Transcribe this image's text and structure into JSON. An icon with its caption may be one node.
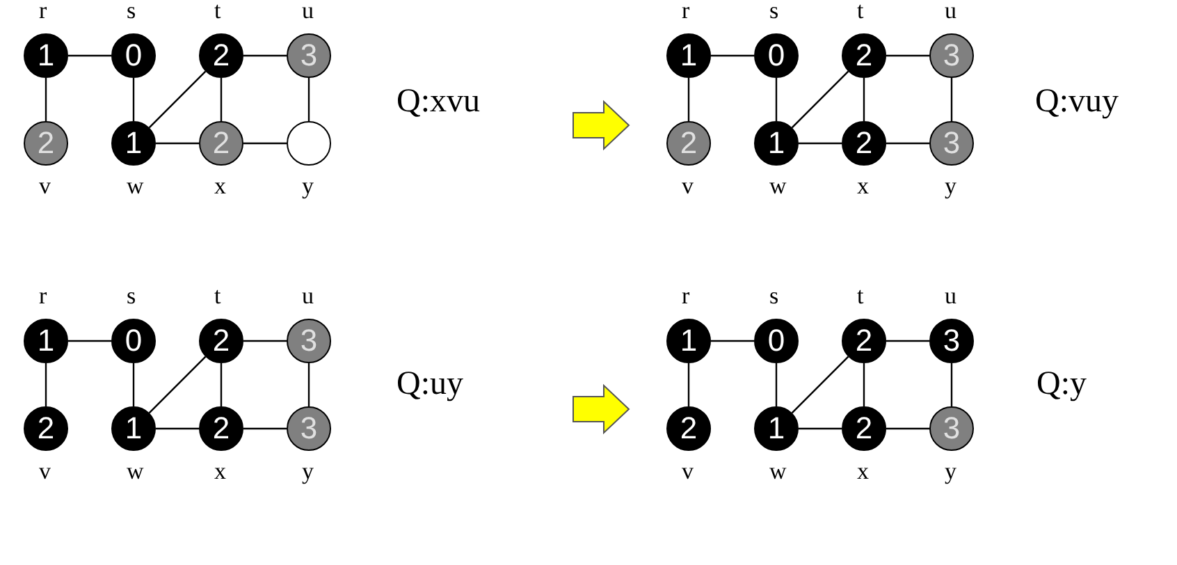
{
  "diagram": {
    "nodes": [
      {
        "text": [
          "1"
        ],
        "beside": [
          "r"
        ]
      },
      {
        "text": [
          "0"
        ],
        "beside": [
          "s"
        ]
      },
      {
        "text": [
          "2"
        ],
        "beside": [
          "t"
        ]
      },
      {
        "text": [
          "3"
        ],
        "beside": [
          "u"
        ]
      },
      {
        "text": [
          "2"
        ],
        "beside": [
          "v"
        ]
      },
      {
        "text": [
          "1"
        ],
        "beside": [
          "w"
        ]
      },
      {
        "text": [
          "2"
        ],
        "beside": [
          "x"
        ]
      },
      {
        "text": [],
        "shape": "circle",
        "beside": [
          "y"
        ]
      },
      {
        "text": [
          "1"
        ],
        "beside": [
          "r"
        ]
      },
      {
        "text": [
          "0"
        ],
        "beside": [
          "s"
        ]
      },
      {
        "text": [
          "2"
        ],
        "beside": [
          "t"
        ]
      },
      {
        "text": [
          "3"
        ],
        "beside": [
          "u"
        ]
      },
      {
        "text": [
          "2"
        ],
        "beside": [
          "v"
        ]
      },
      {
        "text": [
          "1"
        ],
        "beside": [
          "w"
        ]
      },
      {
        "text": [
          "2"
        ],
        "beside": [
          "x"
        ]
      },
      {
        "text": [
          "3"
        ],
        "beside": [
          "y"
        ]
      },
      {
        "text": [
          "1"
        ],
        "beside": [
          "r"
        ]
      },
      {
        "text": [
          "0"
        ],
        "beside": [
          "s"
        ]
      },
      {
        "text": [
          "2"
        ],
        "beside": [
          "t"
        ]
      },
      {
        "text": [
          "3"
        ],
        "beside": [
          "u"
        ]
      },
      {
        "text": [
          "2"
        ],
        "beside": [
          "v"
        ]
      },
      {
        "text": [
          "1"
        ],
        "beside": [
          "w"
        ]
      },
      {
        "text": [
          "2"
        ],
        "beside": [
          "x"
        ]
      },
      {
        "text": [
          "3"
        ],
        "beside": [
          "y"
        ]
      },
      {
        "text": [
          "1"
        ],
        "beside": [
          "r"
        ]
      },
      {
        "text": [
          "0"
        ],
        "beside": [
          "s"
        ]
      },
      {
        "text": [
          "2"
        ],
        "beside": [
          "t"
        ]
      },
      {
        "text": [
          "3"
        ],
        "beside": [
          "u"
        ]
      },
      {
        "text": [
          "2"
        ],
        "beside": [
          "v"
        ]
      },
      {
        "text": [
          "1"
        ],
        "beside": [
          "w"
        ]
      },
      {
        "text": [
          "2"
        ],
        "beside": [
          "x"
        ]
      },
      {
        "text": [
          "3"
        ],
        "beside": [
          "y"
        ]
      }
    ],
    "edges": [
      {
        "from": 0,
        "to": 1,
        "arrow": "none"
      },
      {
        "from": 2,
        "to": 3,
        "arrow": "none"
      },
      {
        "from": 0,
        "to": 4,
        "arrow": "none"
      },
      {
        "from": 1,
        "to": 5,
        "arrow": "none"
      },
      {
        "from": 5,
        "to": 2,
        "arrow": "none"
      },
      {
        "from": 2,
        "to": 6,
        "arrow": "none"
      },
      {
        "from": 3,
        "to": 7,
        "arrow": "none"
      },
      {
        "from": 5,
        "to": 6,
        "arrow": "none"
      },
      {
        "from": 6,
        "to": 7,
        "arrow": "none"
      },
      {
        "from": 8,
        "to": 9,
        "arrow": "none"
      },
      {
        "from": 10,
        "to": 11,
        "arrow": "none"
      },
      {
        "from": 8,
        "to": 12,
        "arrow": "none"
      },
      {
        "from": 9,
        "to": 13,
        "arrow": "none"
      },
      {
        "from": 13,
        "to": 10,
        "arrow": "none"
      },
      {
        "from": 10,
        "to": 14,
        "arrow": "none"
      },
      {
        "from": 11,
        "to": 15,
        "arrow": "none"
      },
      {
        "from": 13,
        "to": 14,
        "arrow": "none"
      },
      {
        "from": 14,
        "to": 15,
        "arrow": "none"
      },
      {
        "from": 16,
        "to": 17,
        "arrow": "none"
      },
      {
        "from": 18,
        "to": 19,
        "arrow": "none"
      },
      {
        "from": 16,
        "to": 20,
        "arrow": "none"
      },
      {
        "from": 17,
        "to": 21,
        "arrow": "none"
      },
      {
        "from": 21,
        "to": 18,
        "arrow": "none"
      },
      {
        "from": 18,
        "to": 22,
        "arrow": "none"
      },
      {
        "from": 19,
        "to": 23,
        "arrow": "none"
      },
      {
        "from": 21,
        "to": 22,
        "arrow": "none"
      },
      {
        "from": 22,
        "to": 23,
        "arrow": "none"
      },
      {
        "from": 24,
        "to": 25,
        "arrow": "none"
      },
      {
        "from": 26,
        "to": 27,
        "arrow": "none"
      },
      {
        "from": 24,
        "to": 28,
        "arrow": "none"
      },
      {
        "from": 25,
        "to": 29,
        "arrow": "none"
      },
      {
        "from": 29,
        "to": 26,
        "arrow": "none"
      },
      {
        "from": 26,
        "to": 30,
        "arrow": "none"
      },
      {
        "from": 27,
        "to": 31,
        "arrow": "none"
      },
      {
        "from": 29,
        "to": 30,
        "arrow": "none"
      },
      {
        "from": 30,
        "to": 31,
        "arrow": "none"
      }
    ],
    "labels": [
      "Q:xvu",
      "Q:vuy",
      "Q:uy",
      "Q:y"
    ]
  }
}
